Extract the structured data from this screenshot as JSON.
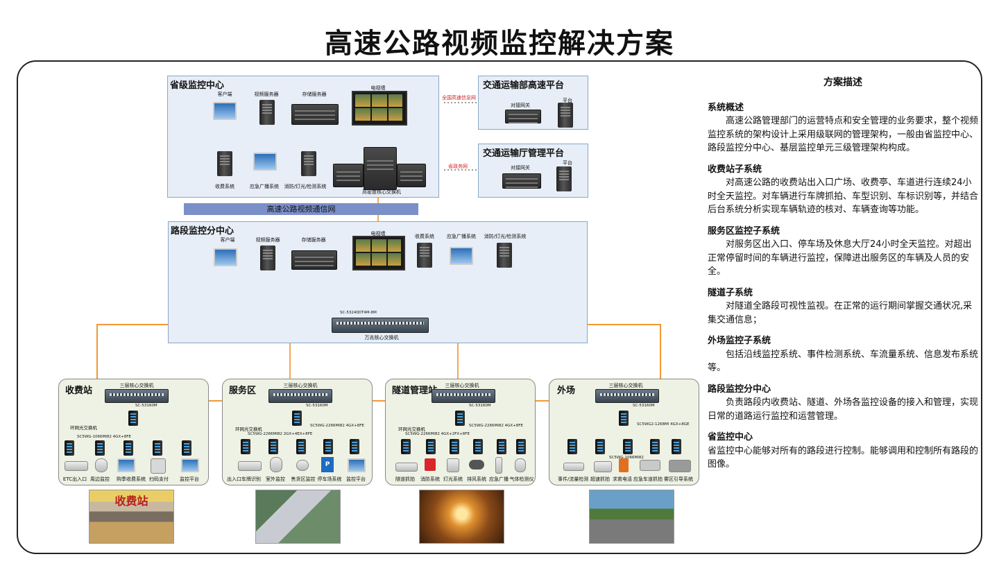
{
  "title": "高速公路视频监控解决方案",
  "colors": {
    "ring": "#f08a1c",
    "bus": "#1f2f8a",
    "panel": "#e7eef7",
    "network_bar": "#7b8fc8"
  },
  "provincial": {
    "title": "省级监控中心",
    "top_devices": [
      "客户端",
      "视频服务器",
      "存储服务器",
      "电视墙"
    ],
    "bottom_devices": [
      "收费系统",
      "应急广播系统",
      "消防/灯光/检测系统"
    ],
    "core_switch": "高密度核心交换机",
    "link1_label": "全国高速信息网",
    "link2_label": "省政务网"
  },
  "platforms": [
    {
      "title": "交通运输部高速平台",
      "gateway": "对接网关",
      "platform": "平台"
    },
    {
      "title": "交通运输厅管理平台",
      "gateway": "对接网关",
      "platform": "平台"
    }
  ],
  "network_bar": "高速公路视频通信网",
  "section": {
    "title": "路段监控分中心",
    "devices": [
      "客户端",
      "视频服务器",
      "存储服务器",
      "电视墙",
      "收费系统",
      "应急广播系统",
      "消防/灯光/检测系统"
    ],
    "switch_model": "SC-53240DT4M-8M",
    "switch_label": "万兆核心交换机"
  },
  "stations": [
    {
      "title": "收费站",
      "core": "三层核心交换机",
      "core_model": "SC-53160M",
      "ring": "环网光交换机",
      "ring_model": "SC5WG-1066MI82 4GX+8FE",
      "model2": "",
      "devices": [
        "ETC出入口",
        "周边监控",
        "购季收费系统",
        "扫码支付",
        "监控平台"
      ]
    },
    {
      "title": "服务区",
      "core": "三层核心交换机",
      "core_model": "SC-53160M",
      "ring": "环网光交换机",
      "ring_model": "SC5WG-2266MI82 4GX+8FE",
      "model2": "SC5WG-2266MI82 2GX+4EX+8FE",
      "devices": [
        "出入口车牌识别",
        "室外监控",
        "售货区监控",
        "停车场系统",
        "监控平台"
      ]
    },
    {
      "title": "隧道管理站",
      "core": "三层核心交换机",
      "core_model": "SC-53160M",
      "ring": "环网光交换机",
      "ring_model": "SC5WG-2266MI82 4GX+8FE",
      "model2": "SC5WG-2266MI82 4GX+2FX+8FE",
      "devices": [
        "隧道抓拍",
        "消防系统",
        "灯光系统",
        "排风系统",
        "应急广播",
        "气体检测仪"
      ]
    },
    {
      "title": "外场",
      "core": "三层核心交换机",
      "core_model": "SC-53160M",
      "ring": "",
      "ring_model": "SC5WG2-1268MI 4GX+8GE",
      "model2": "SC5WG-1066MI82",
      "devices": [
        "事件/流量检测",
        "超速抓拍",
        "求救电话",
        "应急车道抓拍",
        "雾区引导系统"
      ]
    }
  ],
  "description": {
    "title": "方案描述",
    "sections": [
      {
        "heading": "系统概述",
        "body": "高速公路管理部门的运营特点和安全管理的业务要求，整个视频监控系统的架构设计上采用级联网的管理架构，一般由省监控中心、路段监控分中心、基层监控单元三级管理架构构成。"
      },
      {
        "heading": "收费站子系统",
        "body": "对高速公路的收费站出入口广场、收费亭、车道进行连续24小时全天监控。对车辆进行车牌抓拍、车型识别、车标识别等，并结合后台系统分析实现车辆轨迹的核对、车辆查询等功能。"
      },
      {
        "heading": "服务区监控子系统",
        "body": "对服务区出入口、停车场及休息大厅24小时全天监控。对超出正常停留时间的车辆进行监控，保障进出服务区的车辆及人员的安全。"
      },
      {
        "heading": "隧道子系统",
        "body": "对隧道全路段可视性监视。在正常的运行期间掌握交通状况,采集交通信息；"
      },
      {
        "heading": "外场监控子系统",
        "body": "包括沿线监控系统、事件检测系统、车流量系统、信息发布系统等。"
      },
      {
        "heading": "路段监控分中心",
        "body": "负责路段内收费站、隧道、外场各监控设备的接入和管理，实现日常的道路运行监控和运营管理。"
      },
      {
        "heading": "省监控中心",
        "body": "省监控中心能够对所有的路段进行控制。能够调用和控制所有路段的图像。"
      }
    ]
  },
  "photo_caption": "收费站"
}
